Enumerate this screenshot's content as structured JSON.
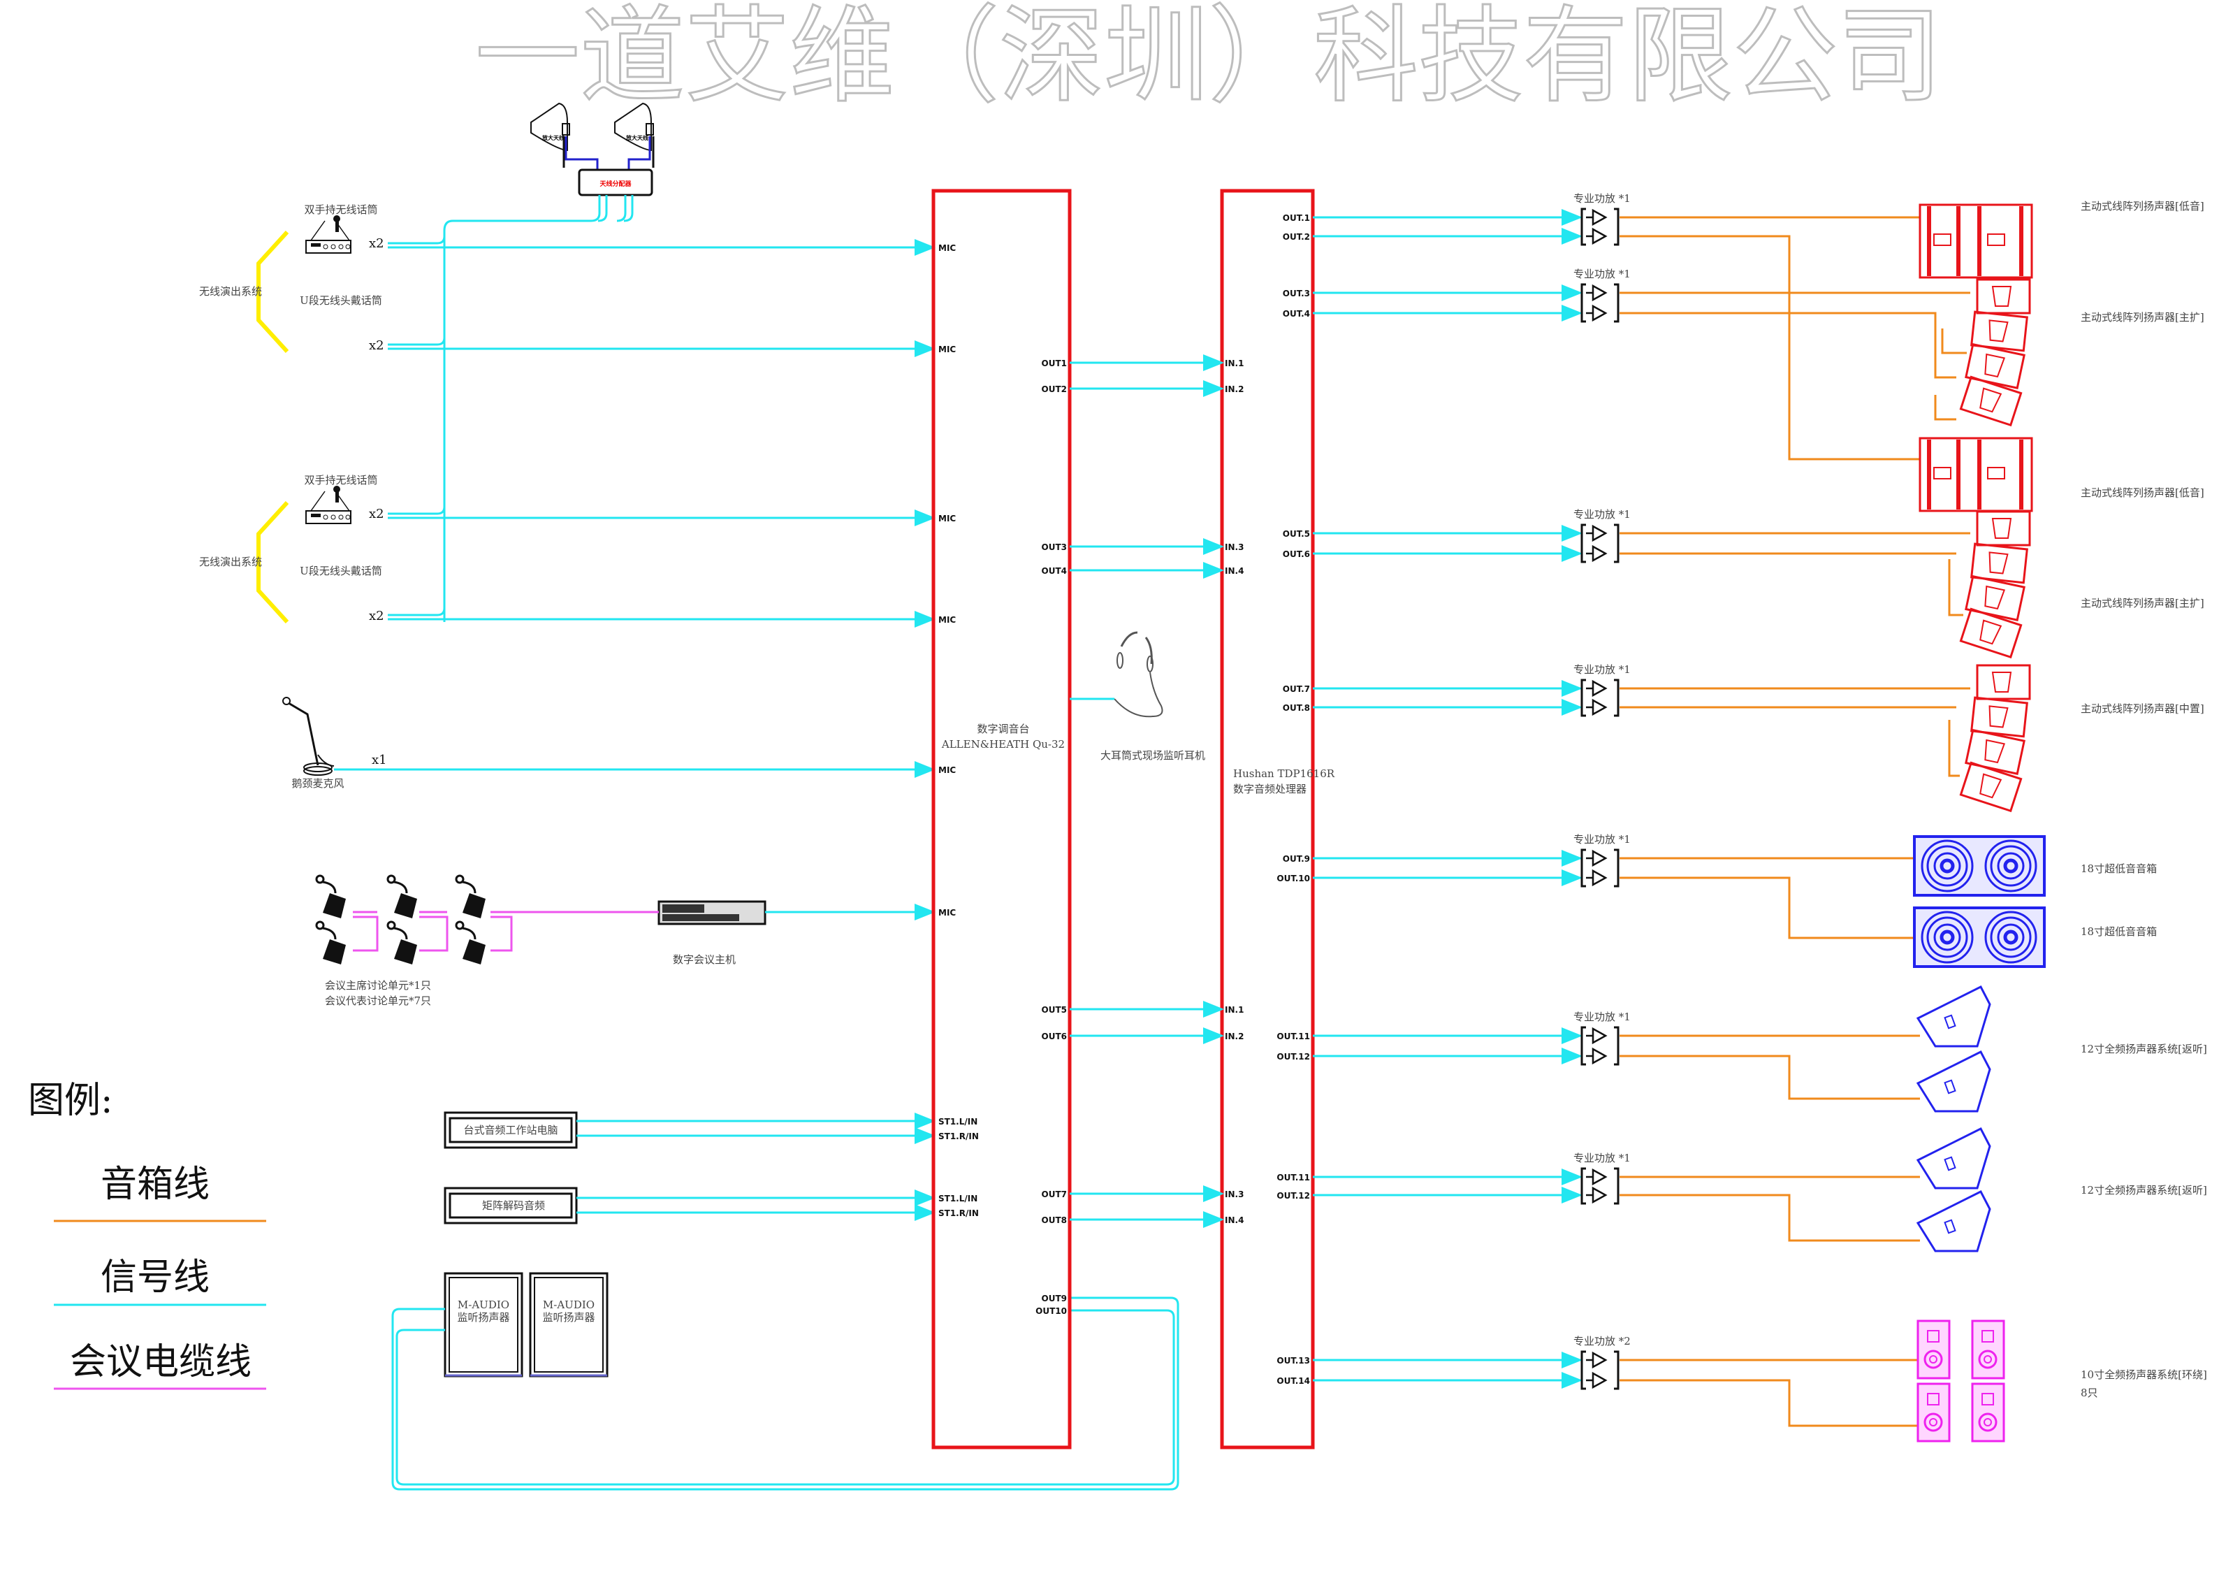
{
  "watermark": "一道艾维（深圳）科技有限公司",
  "antenna": {
    "antenna_label": "放大天线",
    "combiner_label": "天线分配器"
  },
  "wireless_groups": [
    {
      "system_label": "无线演出系统",
      "handheld_label": "双手持无线话筒",
      "headset_label": "U段无线头戴话筒",
      "qty_handheld": "x2",
      "qty_headset": "x2"
    },
    {
      "system_label": "无线演出系统",
      "handheld_label": "双手持无线话筒",
      "headset_label": "U段无线头戴话筒",
      "qty_handheld": "x2",
      "qty_headset": "x2"
    }
  ],
  "gooseneck": {
    "label": "鹅颈麦克风",
    "qty": "x1"
  },
  "conference": {
    "units_line1": "会议主席讨论单元*1只",
    "units_line2": "会议代表讨论单元*7只",
    "host_label": "数字会议主机"
  },
  "sources": [
    {
      "label": "台式音频工作站电脑"
    },
    {
      "label": "矩阵解码音频"
    }
  ],
  "monitors": [
    {
      "line1": "M-AUDIO",
      "line2": "监听扬声器"
    },
    {
      "line1": "M-AUDIO",
      "line2": "监听扬声器"
    }
  ],
  "console": {
    "line1": "数字调音台",
    "line2": "ALLEN&HEATH Qu-32",
    "inputs": [
      "MIC",
      "MIC",
      "MIC",
      "MIC",
      "MIC",
      "MIC",
      "ST1.L/IN",
      "ST1.R/IN",
      "ST1.L/IN",
      "ST1.R/IN"
    ],
    "outputs": [
      "OUT1",
      "OUT2",
      "OUT3",
      "OUT4",
      "OUT5",
      "OUT6",
      "OUT7",
      "OUT8",
      "OUT9",
      "OUT10"
    ]
  },
  "headphone": {
    "label": "大耳筒式现场监听耳机"
  },
  "processor": {
    "line1": "Hushan TDP1616R",
    "line2": "数字音频处理器",
    "inputs": [
      "IN.1",
      "IN.2",
      "IN.3",
      "IN.4",
      "IN.1",
      "IN.2",
      "IN.3",
      "IN.4"
    ],
    "outputs": [
      "OUT.1",
      "OUT.2",
      "OUT.3",
      "OUT.4",
      "OUT.5",
      "OUT.6",
      "OUT.7",
      "OUT.8",
      "OUT.9",
      "OUT.10",
      "OUT.11",
      "OUT.12",
      "OUT.11",
      "OUT.12",
      "OUT.13",
      "OUT.14"
    ]
  },
  "amps": [
    "专业功放 *1",
    "专业功放 *1",
    "专业功放 *1",
    "专业功放 *1",
    "专业功放 *1",
    "专业功放 *1",
    "专业功放 *1",
    "专业功放 *2"
  ],
  "speakers": [
    {
      "label": "主动式线阵列扬声器[低音]"
    },
    {
      "label": "主动式线阵列扬声器[主扩]"
    },
    {
      "label": "主动式线阵列扬声器[低音]"
    },
    {
      "label": "主动式线阵列扬声器[主扩]"
    },
    {
      "label": "主动式线阵列扬声器[中置]"
    },
    {
      "label": "18寸超低音音箱"
    },
    {
      "label": "18寸超低音音箱"
    },
    {
      "label": "12寸全频扬声器系统[返听]"
    },
    {
      "label": "12寸全频扬声器系统[返听]"
    },
    {
      "label": "10寸全频扬声器系统[环绕]",
      "sub": "8只"
    }
  ],
  "legend": {
    "title": "图例:",
    "items": [
      {
        "label": "音箱线",
        "color": "#f08a1c"
      },
      {
        "label": "信号线",
        "color": "#22e6f0"
      },
      {
        "label": "会议电缆线",
        "color": "#ee55ee"
      }
    ]
  },
  "colors": {
    "device_box": "#e8141a",
    "signal": "#22e6f0",
    "speaker_cable": "#f08a1c",
    "conference_cable": "#ee55ee",
    "bracket": "#ffee00"
  }
}
